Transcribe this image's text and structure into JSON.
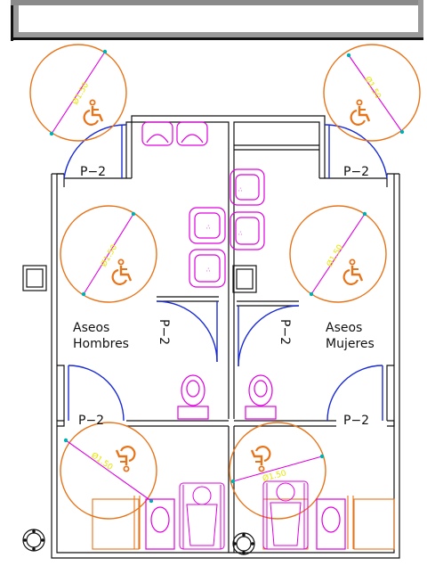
{
  "labels": {
    "door_p2": "P−2",
    "men_line1": "Aseos",
    "men_line2": "Hombres",
    "women_line1": "Aseos",
    "women_line2": "Mujeres",
    "radius": "Ø1.50"
  },
  "colors": {
    "wall": "#111111",
    "wall_shadow": "#7a7a7a",
    "door": "#1a2bd6",
    "turning_circle": "#e8741a",
    "diameter": "#e000e0",
    "dim_text": "#e6e600",
    "fixture": "#e000e0",
    "accessible_symbol": "#e8741a",
    "dim_dot": "#00b0b0"
  },
  "icons": [
    "wheelchair-icon",
    "sink-icon",
    "toilet-icon",
    "urinal-icon",
    "floor-drain-icon",
    "shaft-icon"
  ]
}
